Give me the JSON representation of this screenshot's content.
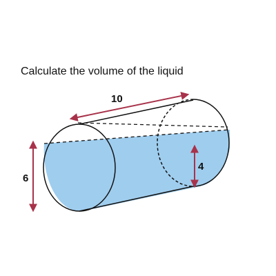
{
  "question": "Calculate the volume of the liquid",
  "dimensions": {
    "length": "10",
    "diameter": "6",
    "liquid_depth": "4"
  },
  "colors": {
    "liquid": "#9fcdee",
    "arrow": "#a8324a",
    "outline": "#111111",
    "background": "#ffffff"
  }
}
